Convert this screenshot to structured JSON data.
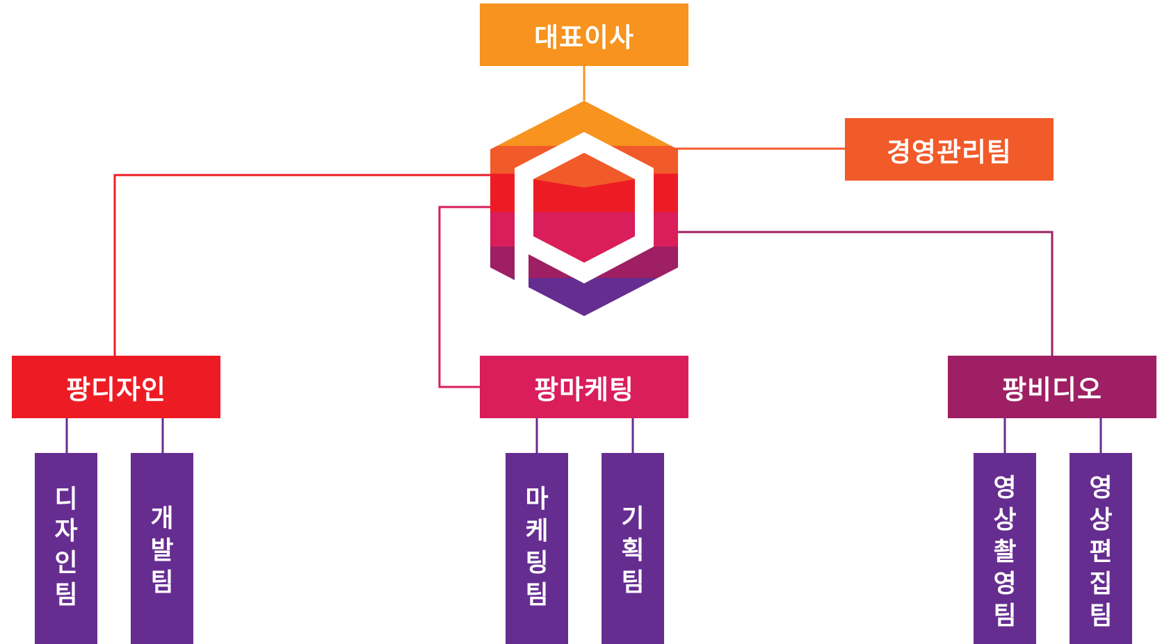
{
  "colors": {
    "ceo": "#F7931E",
    "management": "#F15A29",
    "design": "#ED1C24",
    "marketing": "#D91E5B",
    "video": "#9E1F63",
    "team": "#662D91"
  },
  "nodes": {
    "ceo": "대표이사",
    "management": "경영관리팀",
    "design": "팡디자인",
    "marketing": "팡마케팅",
    "video": "팡비디오"
  },
  "teams": {
    "design_team": "디자인팀",
    "dev_team": "개발팀",
    "marketing_team": "마케팅팀",
    "planning_team": "기획팀",
    "video_shoot_team": "영상촬영팀",
    "video_edit_team": "영상편집팀"
  },
  "logo": {
    "icon": "pang-hexagon-logo-icon",
    "layer_colors": [
      "#F7931E",
      "#F15A29",
      "#ED1C24",
      "#D91E5B",
      "#9E1F63",
      "#662D91"
    ]
  }
}
